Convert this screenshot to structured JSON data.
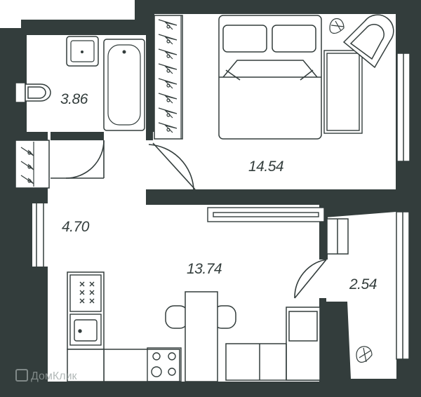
{
  "plan": {
    "colors": {
      "wall": "#333d3c",
      "floor": "#ffffff",
      "line": "#333d3c"
    },
    "rooms": [
      {
        "name": "bathroom",
        "area": "3.86"
      },
      {
        "name": "bedroom",
        "area": "14.54"
      },
      {
        "name": "hallway",
        "area": "4.70"
      },
      {
        "name": "kitchen-living",
        "area": "13.74"
      },
      {
        "name": "balcony",
        "area": "2.54"
      }
    ],
    "watermark": "ДомКлик"
  }
}
